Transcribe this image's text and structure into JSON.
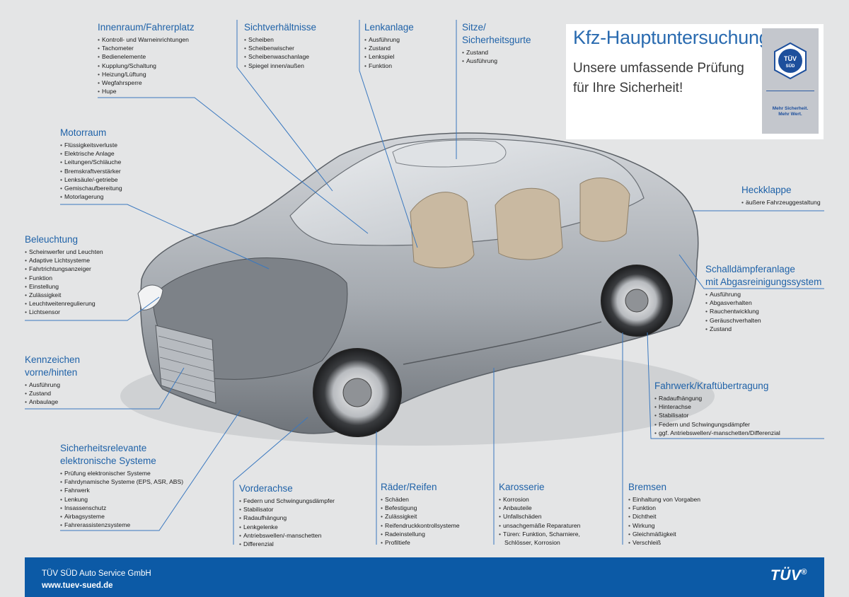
{
  "title_box": {
    "title": "Kfz-Hauptuntersuchung",
    "subtitle_line1": "Unsere umfassende Prüfung",
    "subtitle_line2": "für Ihre Sicherheit!",
    "seal_text": "TÜV",
    "seal_subtext": "SÜD",
    "slogan_line1": "Mehr Sicherheit.",
    "slogan_line2": "Mehr Wert."
  },
  "categories": {
    "innenraum": {
      "title": "Innenraum/Fahrerplatz",
      "items": [
        "Kontroll- und Warneinrichtungen",
        "Tachometer",
        "Bedienelemente",
        "Kupplung/Schaltung",
        "Heizung/Lüftung",
        "Wegfahrsperre",
        "Hupe"
      ]
    },
    "sicht": {
      "title": "Sichtverhältnisse",
      "items": [
        "Scheiben",
        "Scheibenwischer",
        "Scheibenwaschanlage",
        "Spiegel innen/außen"
      ]
    },
    "lenkanlage": {
      "title": "Lenkanlage",
      "items": [
        "Ausführung",
        "Zustand",
        "Lenkspiel",
        "Funktion"
      ]
    },
    "sitze": {
      "title_line1": "Sitze/",
      "title_line2": "Sicherheitsgurte",
      "items": [
        "Zustand",
        "Ausführung"
      ]
    },
    "motorraum": {
      "title": "Motorraum",
      "items": [
        "Flüssigkeitsverluste",
        "Elektrische Anlage",
        "Leitungen/Schläuche",
        "Bremskraftverstärker",
        "Lenksäule/-getriebe",
        "Gemischaufbereitung",
        "Motorlagerung"
      ]
    },
    "heckklappe": {
      "title": "Heckklappe",
      "items": [
        "äußere Fahrzeuggestaltung"
      ]
    },
    "beleuchtung": {
      "title": "Beleuchtung",
      "items": [
        "Scheinwerfer und Leuchten",
        "Adaptive Lichtsysteme",
        "Fahrtrichtungsanzeiger",
        "Funktion",
        "Einstellung",
        "Zulässigkeit",
        "Leuchtweitenregulierung",
        "Lichtsensor"
      ]
    },
    "schalldaempfer": {
      "title_line1": "Schalldämpferanlage",
      "title_line2": "mit Abgasreinigungssystem",
      "items": [
        "Ausführung",
        "Abgasverhalten",
        "Rauchentwicklung",
        "Geräuschverhalten",
        "Zustand"
      ]
    },
    "kennzeichen": {
      "title_line1": "Kennzeichen",
      "title_line2": "vorne/hinten",
      "items": [
        "Ausführung",
        "Zustand",
        "Anbaulage"
      ]
    },
    "fahrwerk": {
      "title": "Fahrwerk/Kraftübertragung",
      "items": [
        "Radaufhängung",
        "Hinterachse",
        "Stabilisator",
        "Federn und Schwingungsdämpfer",
        "ggf. Antriebswellen/-manschetten/Differenzial"
      ]
    },
    "elektronik": {
      "title_line1": "Sicherheitsrelevante",
      "title_line2": "elektronische Systeme",
      "items": [
        "Prüfung elektronischer Systeme",
        "Fahrdynamische Systeme (EPS, ASR, ABS)",
        "Fahrwerk",
        "Lenkung",
        "Insassenschutz",
        "Airbagsysteme",
        "Fahrerassistenzsysteme"
      ]
    },
    "vorderachse": {
      "title": "Vorderachse",
      "items": [
        "Federn und Schwingungsdämpfer",
        "Stabilisator",
        "Radaufhängung",
        "Lenkgelenke",
        "Antriebswellen/-manschetten",
        "Differenzial"
      ]
    },
    "raeder": {
      "title": "Räder/Reifen",
      "items": [
        "Schäden",
        "Befestigung",
        "Zulässigkeit",
        "Reifendruckkontrollsysteme",
        "Radeinstellung",
        "Profiltiefe"
      ]
    },
    "karosserie": {
      "title": "Karosserie",
      "items": [
        "Korrosion",
        "Anbauteile",
        "Unfallschäden",
        "unsachgemäße Reparaturen",
        "Türen: Funktion, Scharniere,"
      ],
      "item_cont": "Schlösser, Korrosion"
    },
    "bremsen": {
      "title": "Bremsen",
      "items": [
        "Einhaltung von Vorgaben",
        "Funktion",
        "Dichtheit",
        "Wirkung",
        "Gleichmäßigkeit",
        "Verschleiß"
      ]
    }
  },
  "footer": {
    "company": "TÜV SÜD Auto Service GmbH",
    "website": "www.tuev-sued.de",
    "logo": "TÜV",
    "logo_mark": "®"
  },
  "colors": {
    "accent_blue": "#1f62a8",
    "footer_blue": "#0c5aa6",
    "background": "#e4e5e6",
    "car_body": "#9ea3a9"
  }
}
